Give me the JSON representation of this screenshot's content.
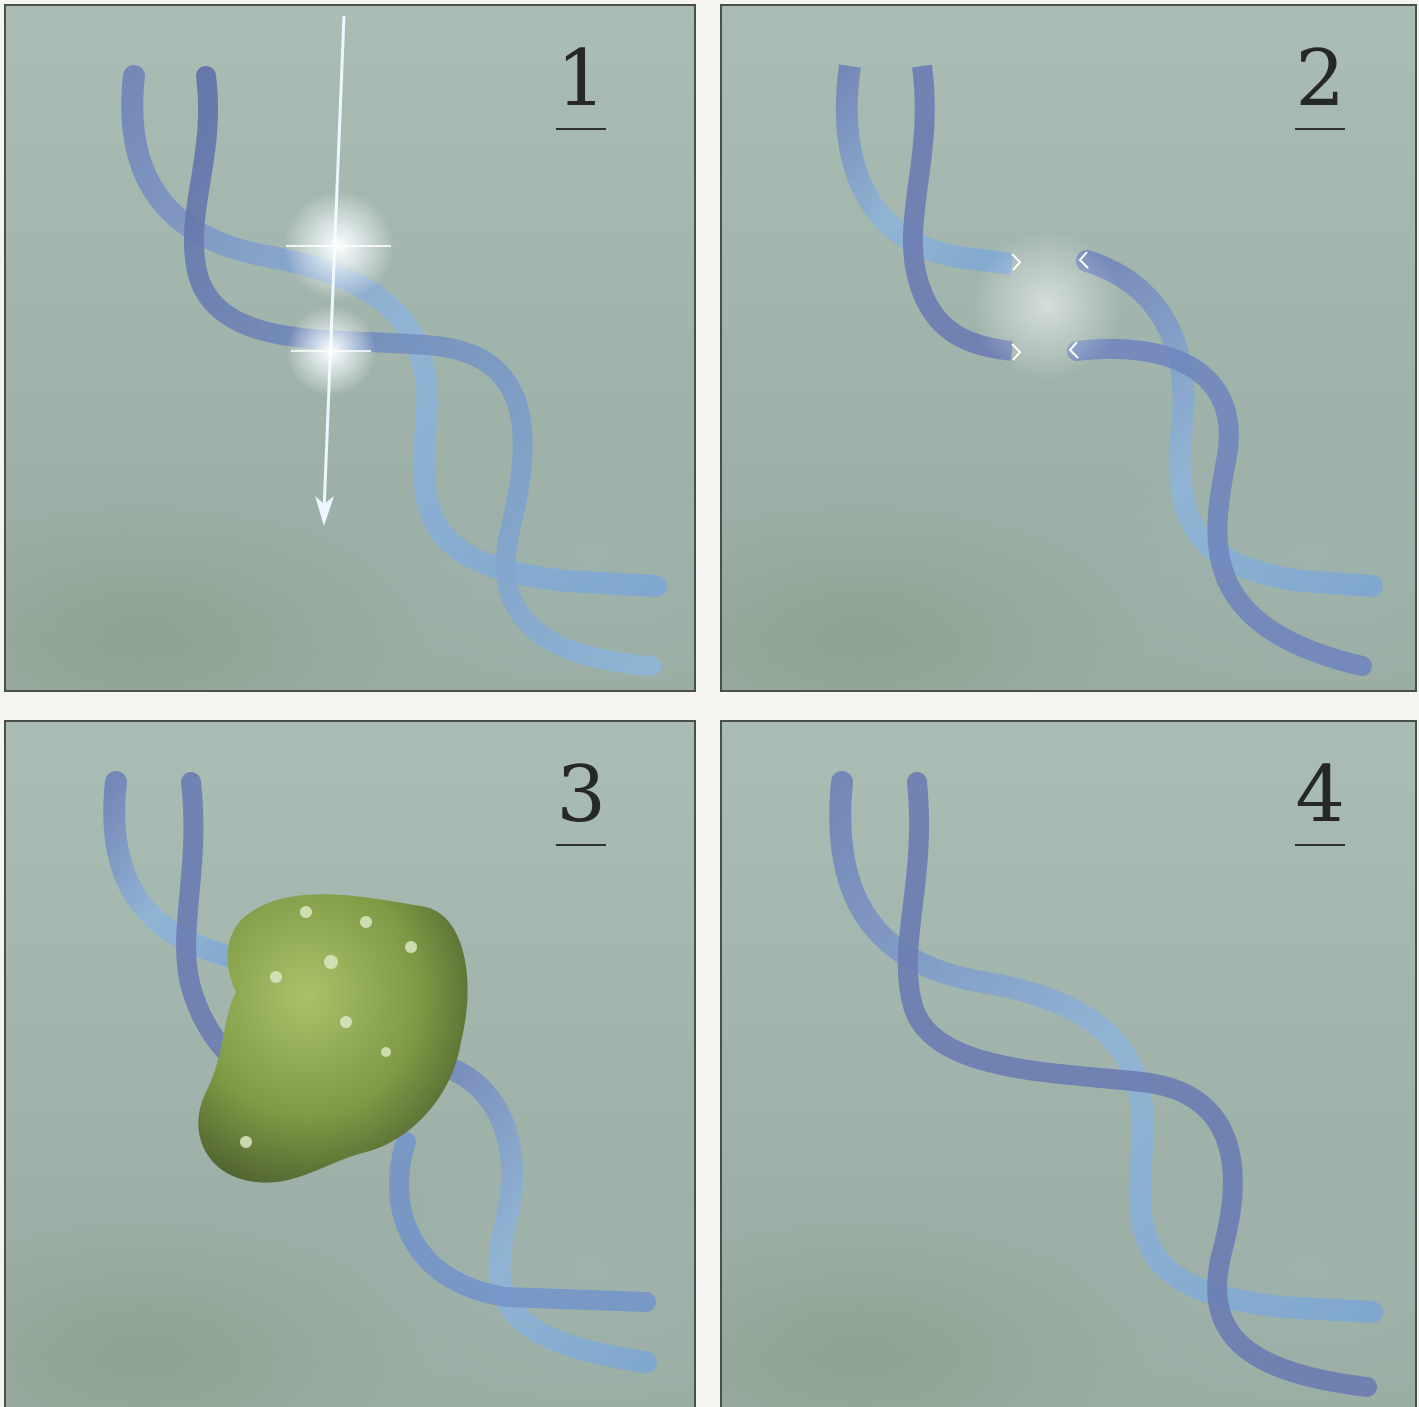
{
  "panels": [
    {
      "label": "1",
      "state": "helix-hit-by-radiation"
    },
    {
      "label": "2",
      "state": "helix-strands-broken"
    },
    {
      "label": "3",
      "state": "repair-enzyme-bound"
    },
    {
      "label": "4",
      "state": "helix-restored"
    }
  ],
  "colors": {
    "background": "#a4b8b0",
    "ribbon_light": "#8fb6d6",
    "ribbon_dark": "#6d7fb6",
    "enzyme": "#7f9a45",
    "border": "#4a4f4c",
    "label": "#262826"
  },
  "icons": [
    "radiation-arrow-icon",
    "flash-glow-icon",
    "break-point-icon",
    "repair-enzyme-icon"
  ]
}
